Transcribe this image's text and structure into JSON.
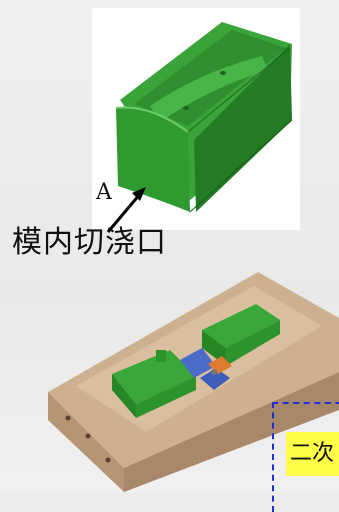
{
  "figure": {
    "pointer_label": "A",
    "caption": "模内切浇口"
  },
  "callout": {
    "label_visible": "二次"
  },
  "colors": {
    "part_green": "#2e9a2e",
    "base_tan": "#c9ab88",
    "callout_border": "#1d2fd6",
    "callout_fill": "#ffff4a"
  }
}
